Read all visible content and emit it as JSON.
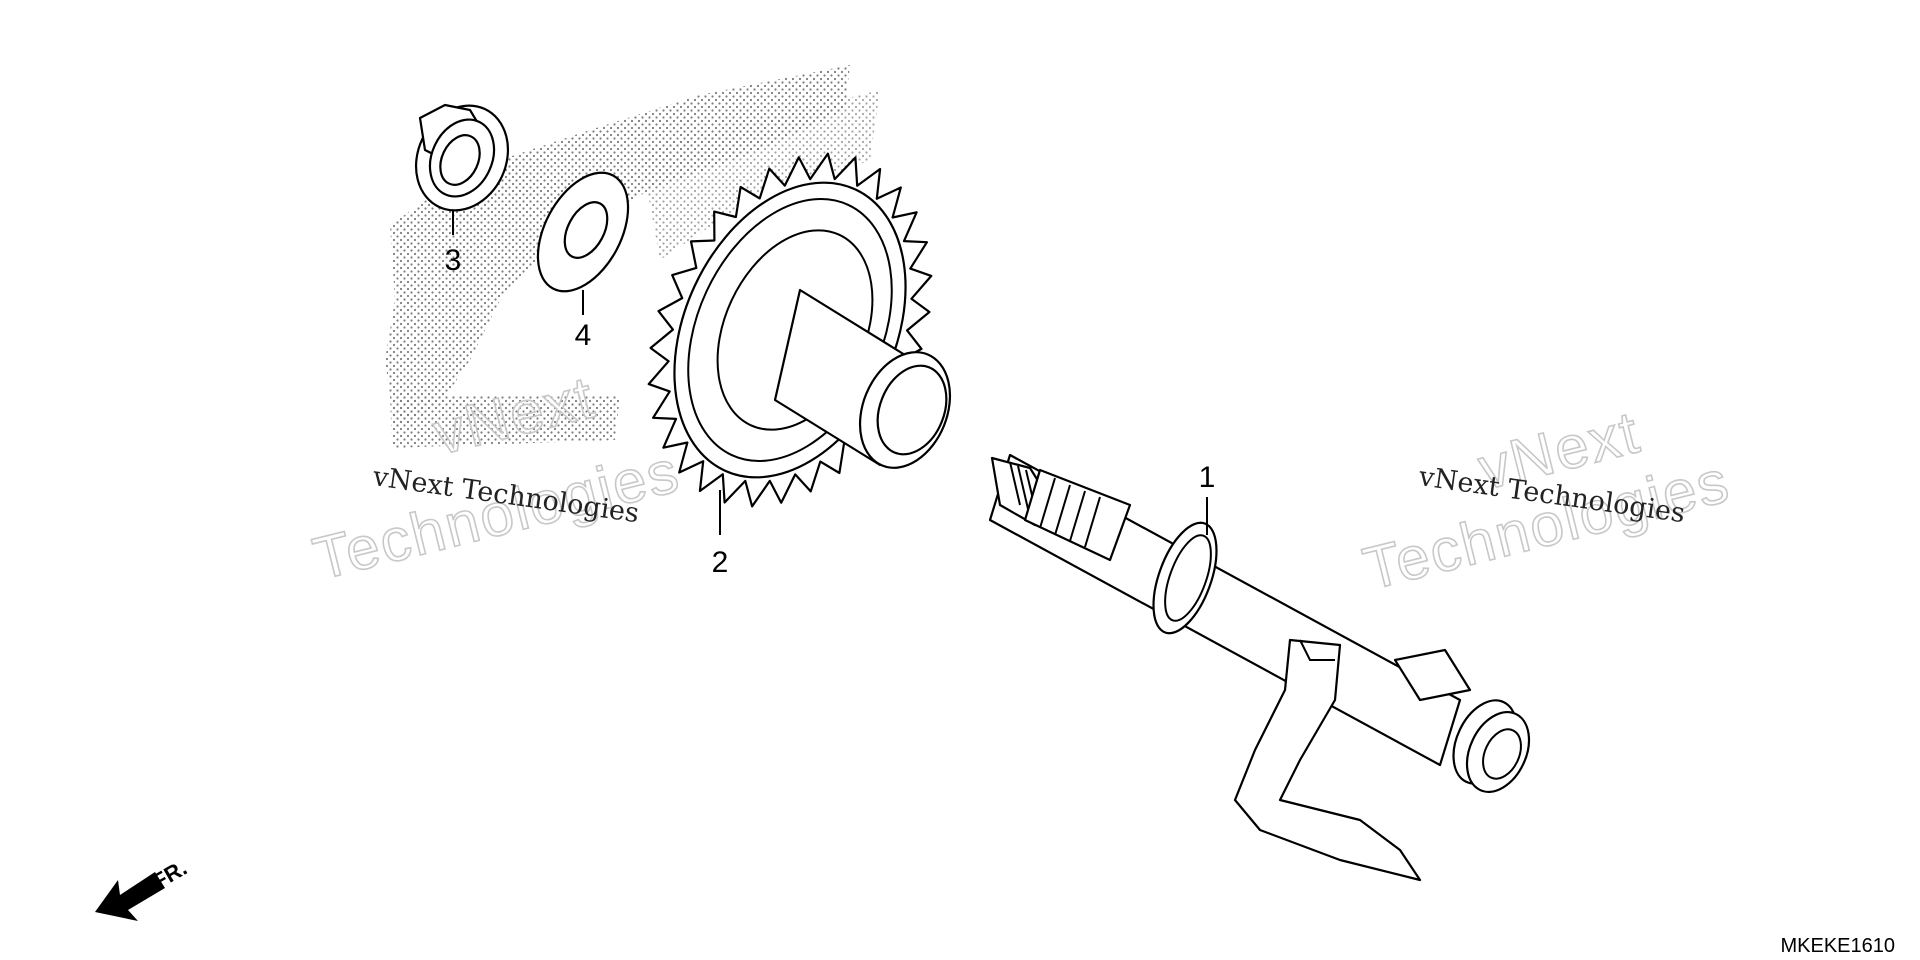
{
  "diagram": {
    "callouts": [
      {
        "id": "1",
        "label": "1"
      },
      {
        "id": "2",
        "label": "2"
      },
      {
        "id": "3",
        "label": "3"
      },
      {
        "id": "4",
        "label": "4"
      }
    ],
    "watermarks": [
      {
        "small": "vNext Technologies",
        "large_line1": "vNext",
        "large_line2": "Technologies"
      },
      {
        "small": "vNext Technologies",
        "large_line1": "vNext",
        "large_line2": "Technologies"
      }
    ],
    "diagram_code": "MKEKE1610",
    "direction_label": "FR."
  }
}
